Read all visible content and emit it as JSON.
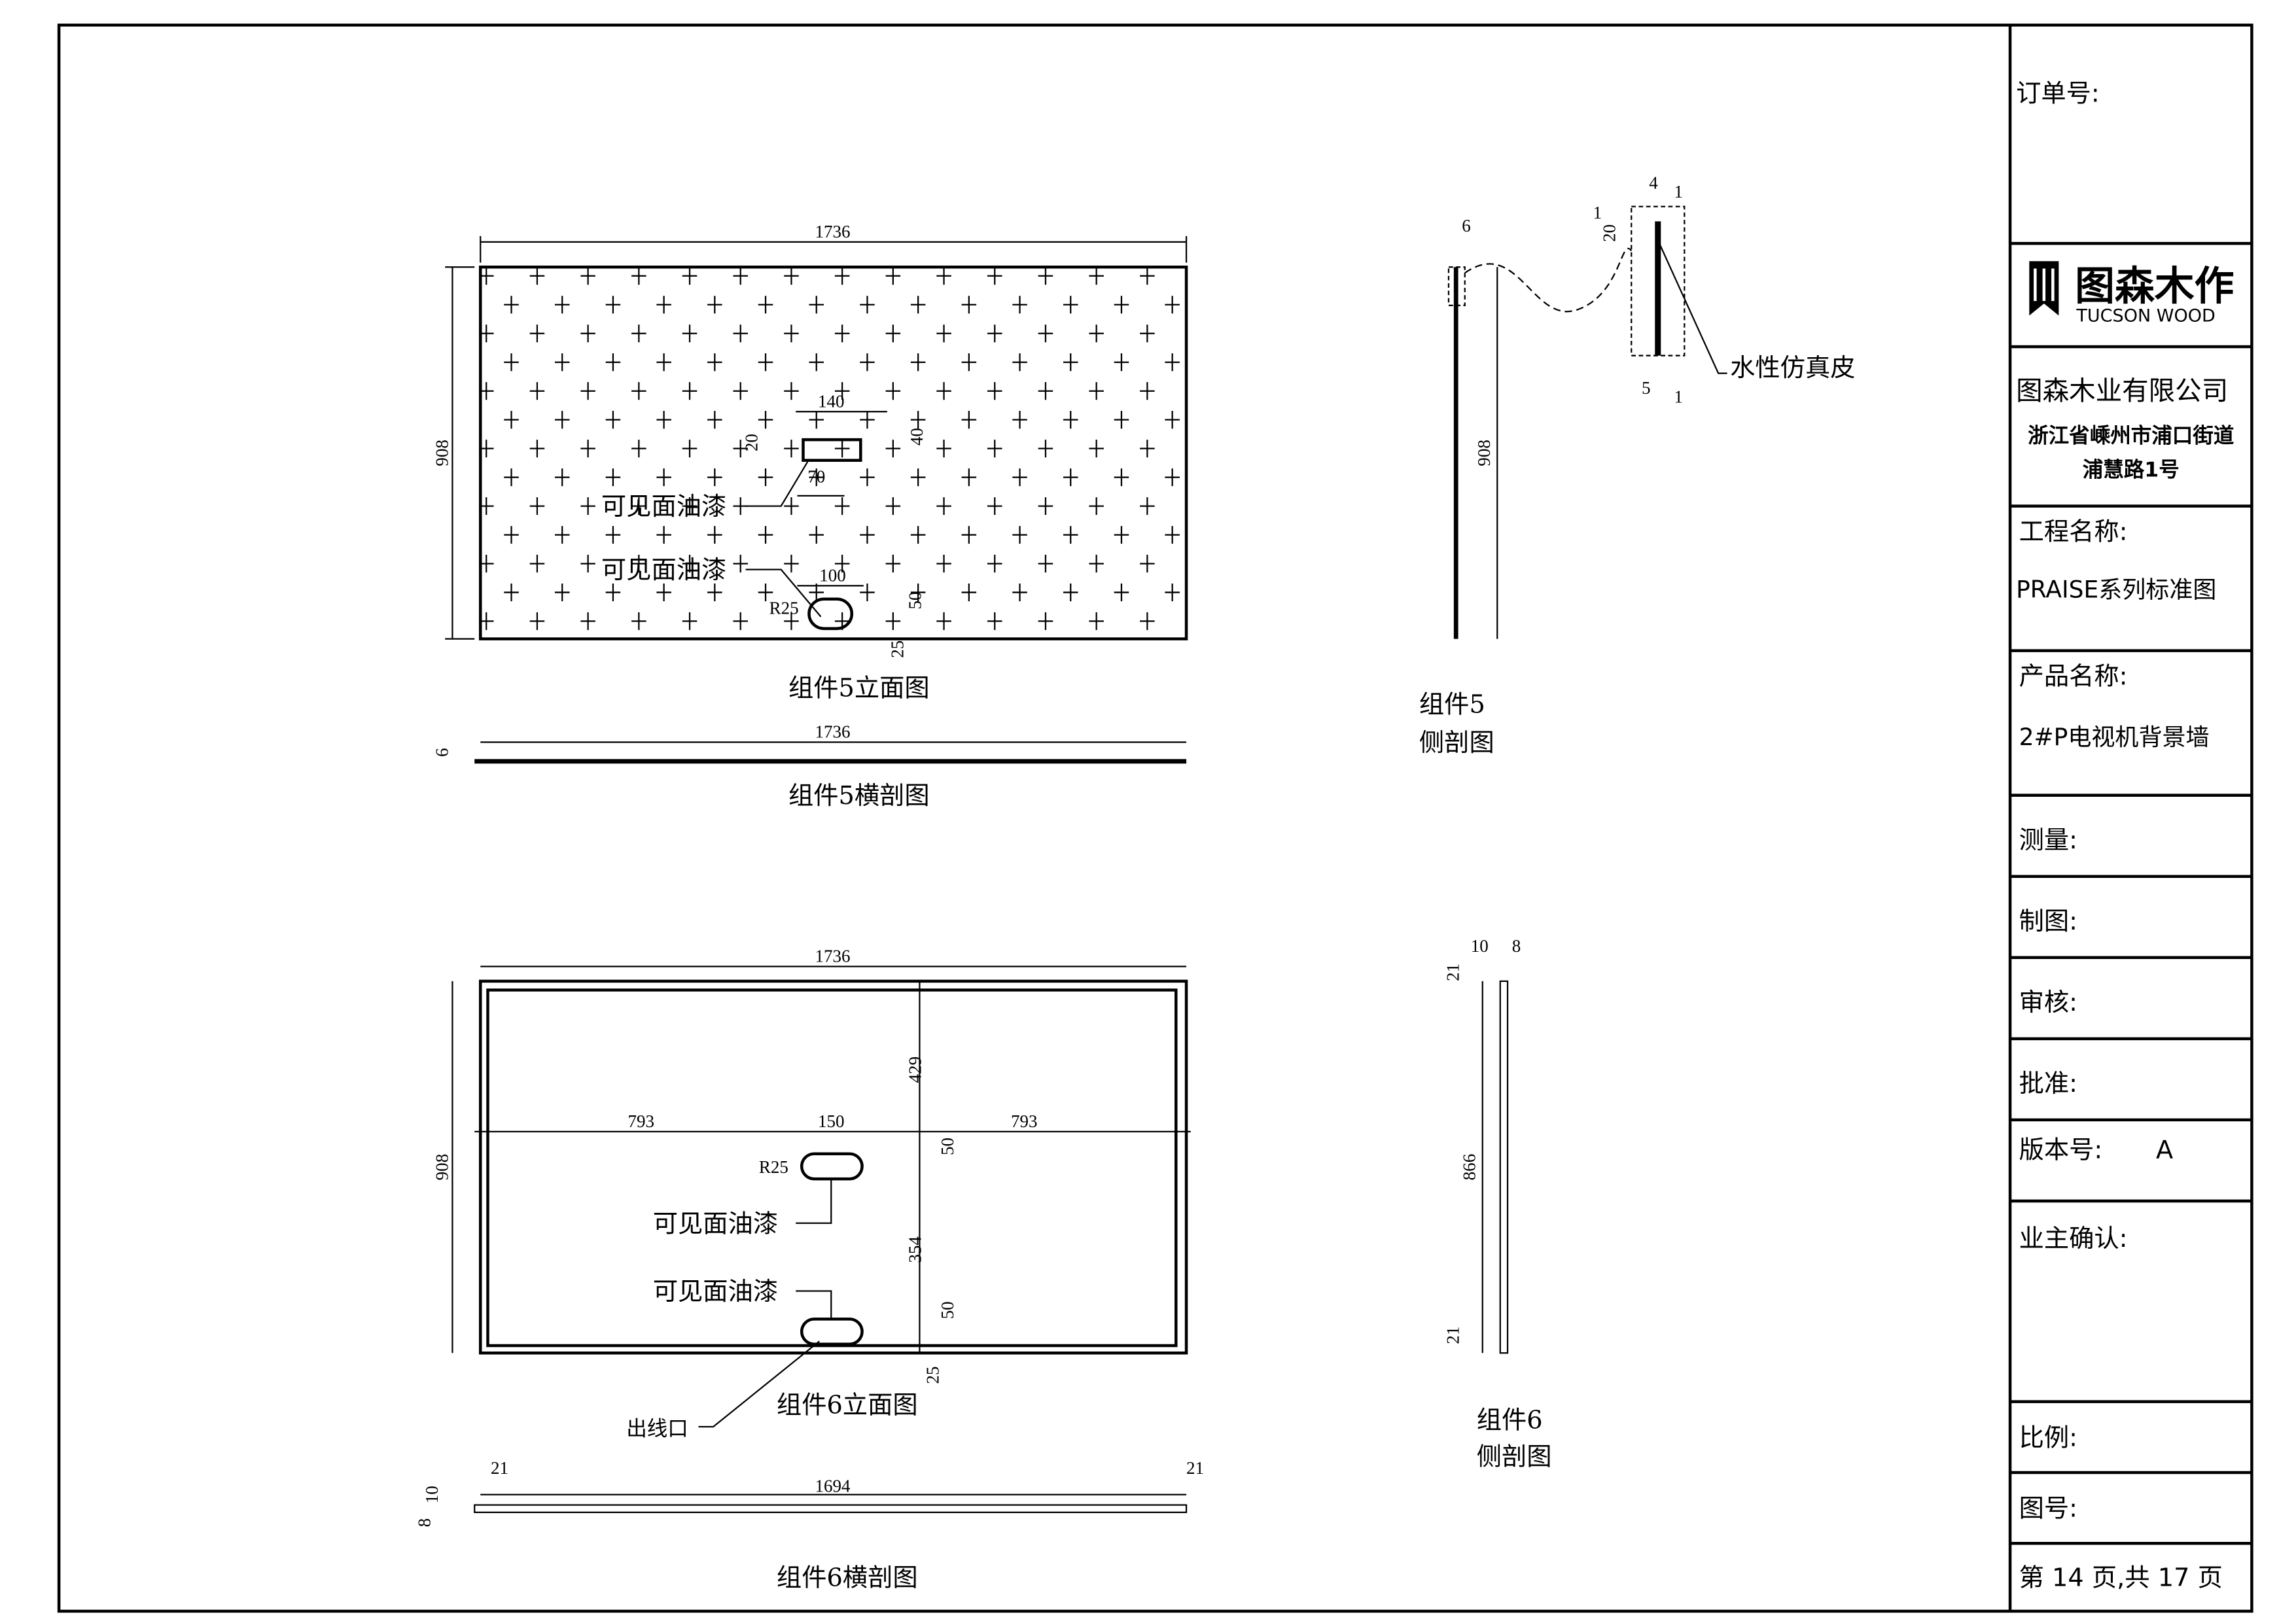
{
  "title_block": {
    "order_no": "订单号:",
    "logo_cn": "图森木作",
    "logo_en": "TUCSON WOOD",
    "company": "图森木业有限公司",
    "address_line1": "浙江省嵊州市浦口街道",
    "address_line2": "浦慧路1号",
    "project_label": "工程名称:",
    "project_value": "PRAISE系列标准图",
    "product_label": "产品名称:",
    "product_value": "2#P电视机背景墙",
    "survey": "测量:",
    "drawn": "制图:",
    "review": "审核:",
    "approve": "批准:",
    "version_label": "版本号:",
    "version_value": "A",
    "owner_confirm": "业主确认:",
    "scale": "比例:",
    "drawing_no": "图号:",
    "page": "第 14 页,共 17 页"
  },
  "views": {
    "c5_elev": {
      "title": "组件5立面图",
      "width": "1736",
      "height": "908",
      "d140": "140",
      "d20": "20",
      "d40": "40",
      "d70": "70",
      "d100": "100",
      "r25": "R25",
      "d50": "50",
      "d25": "25",
      "note1": "可见面油漆",
      "note2": "可见面油漆"
    },
    "c5_hsec": {
      "title": "组件5横剖图",
      "width": "1736",
      "thick": "6"
    },
    "c5_side": {
      "title1": "组件5",
      "title2": "侧剖图",
      "thick": "6",
      "height": "908",
      "d4": "4",
      "d1a": "1",
      "d1b": "1",
      "d20": "20",
      "d5": "5",
      "d1c": "1",
      "note": "水性仿真皮"
    },
    "c6_elev": {
      "title": "组件6立面图",
      "width": "1736",
      "height": "908",
      "d429": "429",
      "d793a": "793",
      "d150": "150",
      "d793b": "793",
      "r25": "R25",
      "d50a": "50",
      "d354": "354",
      "d50b": "50",
      "d25": "25",
      "note1": "可见面油漆",
      "note2": "可见面油漆",
      "outlet": "出线口"
    },
    "c6_hsec": {
      "title": "组件6横剖图",
      "d21a": "21",
      "d1694": "1694",
      "d21b": "21",
      "d10": "10",
      "d8": "8"
    },
    "c6_side": {
      "title1": "组件6",
      "title2": "侧剖图",
      "d10": "10",
      "d8": "8",
      "d21a": "21",
      "d866": "866",
      "d21b": "21"
    }
  }
}
